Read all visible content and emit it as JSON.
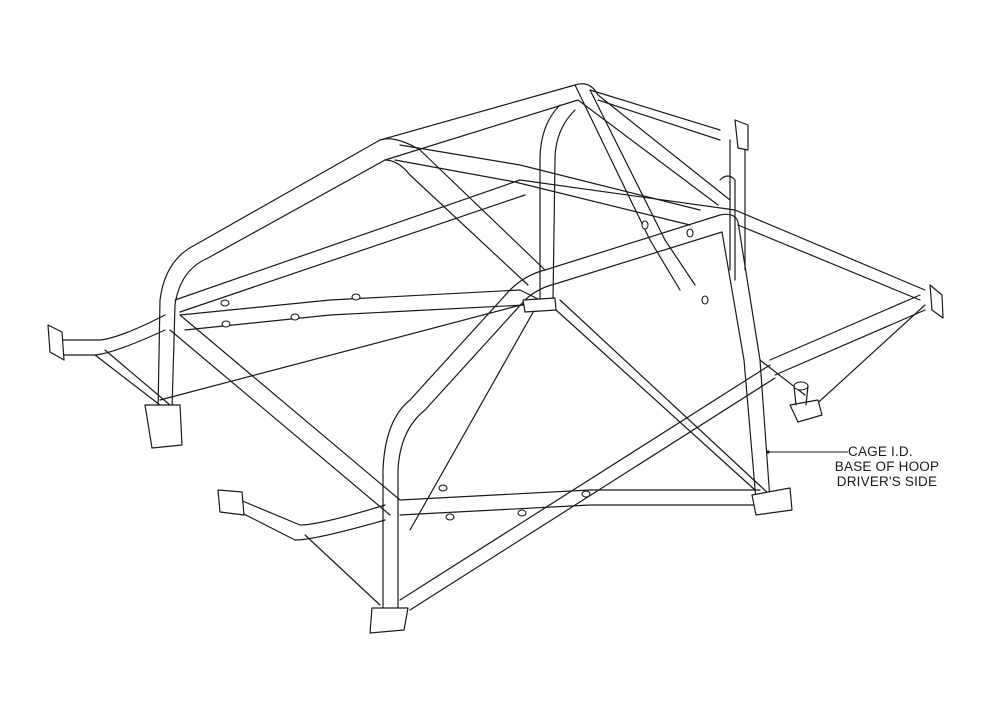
{
  "diagram": {
    "subject": "roll-cage-isometric-line-drawing",
    "line_color": "#1a1a1a",
    "background": "#ffffff"
  },
  "callout": {
    "lines": [
      "CAGE I.D.",
      "BASE OF HOOP",
      "DRIVER'S SIDE"
    ],
    "leader_from": [
      768,
      452
    ],
    "leader_to": [
      848,
      452
    ]
  }
}
